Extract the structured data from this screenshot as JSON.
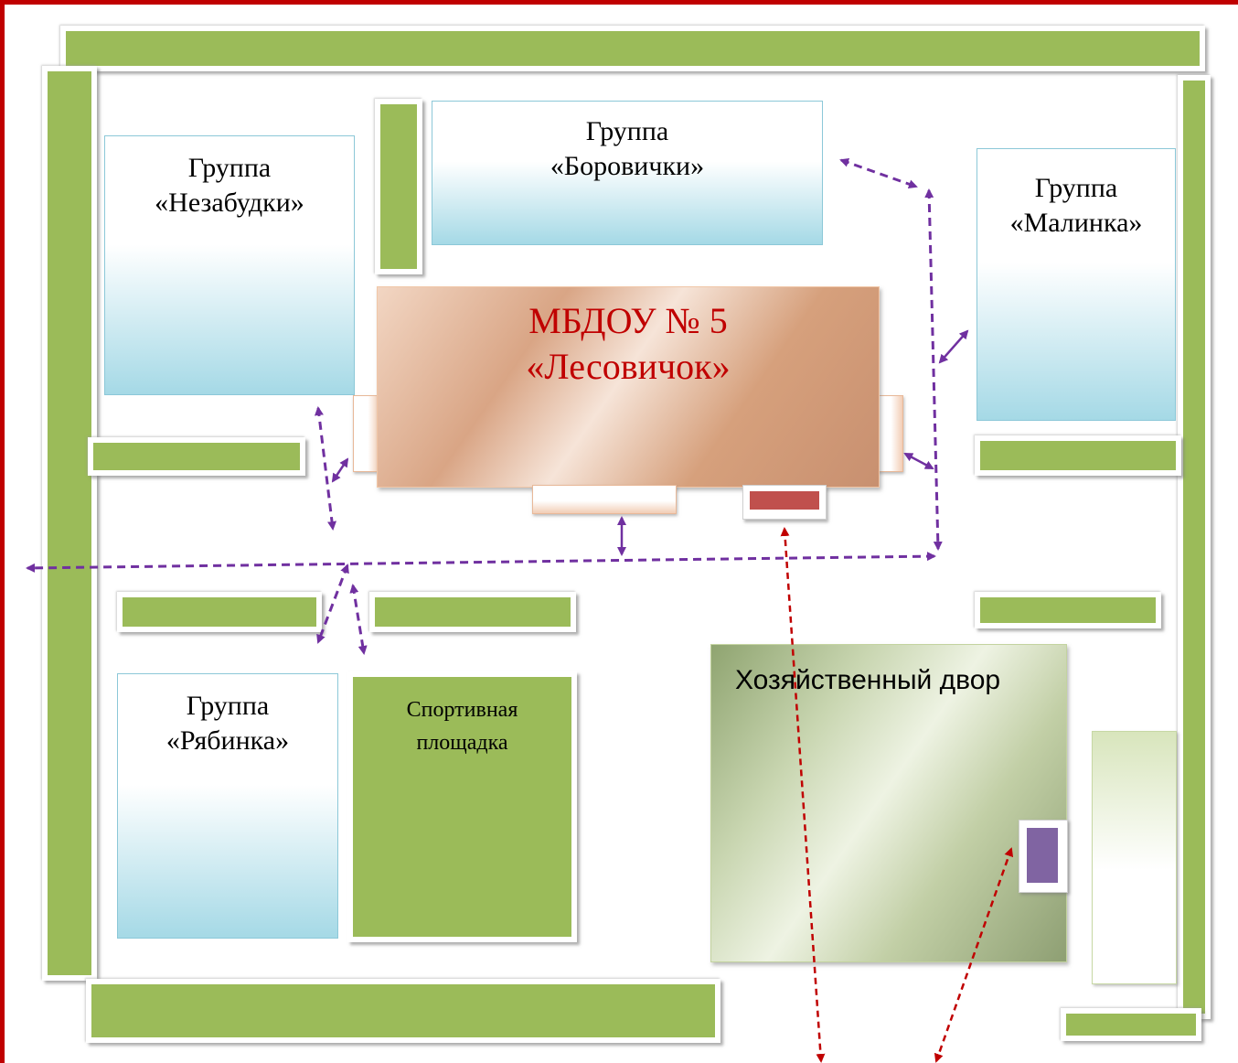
{
  "title": {
    "line1": "МБДОУ № 5",
    "line2": "«Лесовичок»"
  },
  "groups": {
    "nezabudki": {
      "line1": "Группа",
      "line2": "«Незабудки»"
    },
    "borovichki": {
      "line1": "Группа",
      "line2": "«Боровички»"
    },
    "malinka": {
      "line1": "Группа",
      "line2": "«Малинка»"
    },
    "ryabinka": {
      "line1": "Группа",
      "line2": "«Рябинка»"
    }
  },
  "sport_area": {
    "line1": "Спортивная",
    "line2": "площадка"
  },
  "utility_yard": {
    "label": "Хозяйственный двор"
  },
  "colors": {
    "frame": "#c00000",
    "hedge": "#9bbb59",
    "group_fill": "#a5d9e6",
    "title_text": "#c00000",
    "entrance": "#c0504d",
    "gate": "#8064a2",
    "child_route": "#7030a0",
    "vehicle_route": "#c00000"
  }
}
